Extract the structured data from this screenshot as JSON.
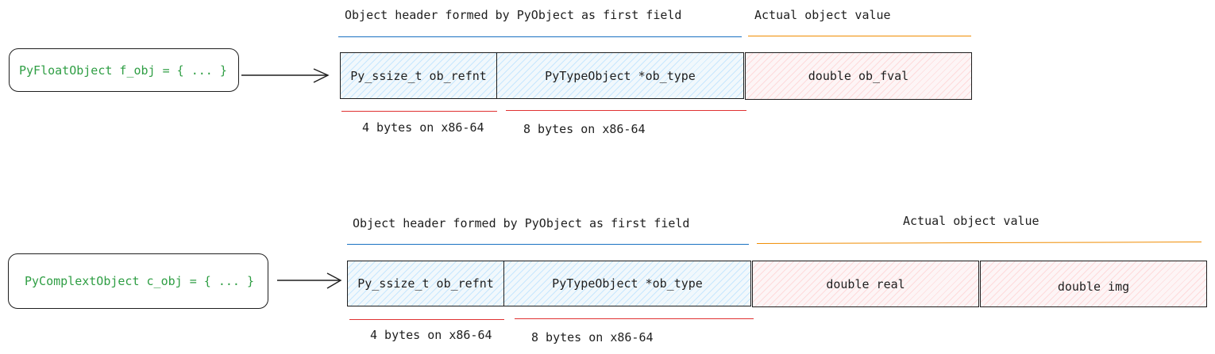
{
  "float_diagram": {
    "object_label": "PyFloatObject f_obj = { ... }",
    "header_caption": "Object header formed by PyObject as first field",
    "value_caption": "Actual object value",
    "fields": {
      "refcnt": "Py_ssize_t ob_refnt",
      "type": "PyTypeObject *ob_type",
      "value": "double ob_fval"
    },
    "sizes": {
      "refcnt": "4 bytes on x86-64",
      "type": "8 bytes on x86-64"
    }
  },
  "complex_diagram": {
    "object_label": "PyComplextObject c_obj = { ... }",
    "header_caption": "Object header formed by PyObject as first field",
    "value_caption": "Actual object value",
    "fields": {
      "refcnt": "Py_ssize_t ob_refnt",
      "type": "PyTypeObject *ob_type",
      "real": "double real",
      "imag": "double img"
    },
    "sizes": {
      "refcnt": "4 bytes on x86-64",
      "type": "8 bytes on x86-64"
    }
  },
  "colors": {
    "header_rule": "#1971c2",
    "value_rule": "#f08c00",
    "size_rule": "#e03131",
    "object_label_text": "#2f9e44",
    "header_fill": "#a5d8ff",
    "value_fill": "#ffc9c9"
  }
}
